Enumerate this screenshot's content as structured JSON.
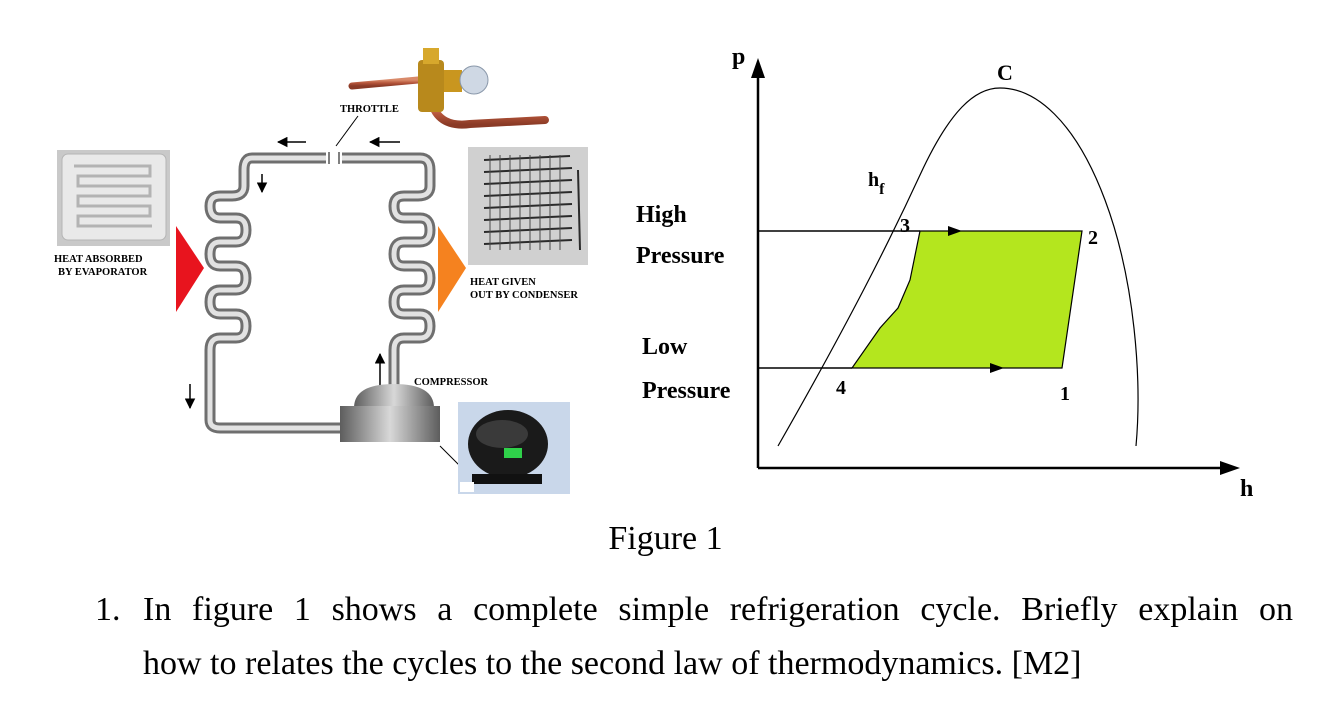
{
  "left_diagram": {
    "throttle_label": "THROTTLE",
    "evaporator_label_line1": "HEAT ABSORBED",
    "evaporator_label_line2": "BY EVAPORATOR",
    "condenser_label_line1": "HEAT GIVEN",
    "condenser_label_line2": "OUT BY CONDENSER",
    "compressor_label": "COMPRESSOR",
    "colors": {
      "evaporator_arrow": "#e8141e",
      "condenser_arrow": "#f5821f",
      "pipe": "#9a9a9a"
    }
  },
  "ph_diagram": {
    "y_axis_label": "p",
    "x_axis_label": "h",
    "critical_point_label": "C",
    "saturated_liquid_label": "h",
    "saturated_liquid_subscript": "f",
    "high_pressure_line1": "High",
    "high_pressure_line2": "Pressure",
    "low_pressure_line1": "Low",
    "low_pressure_line2": "Pressure",
    "point_labels": [
      "1",
      "2",
      "3",
      "4"
    ],
    "cycle_fill_color": "#b4e61e"
  },
  "caption": "Figure 1",
  "question": {
    "number": "1.",
    "line1": "In figure 1 shows a complete simple refrigeration cycle. Briefly explain on",
    "line2": "how to relates the cycles to the second law of thermodynamics. [M2]"
  }
}
